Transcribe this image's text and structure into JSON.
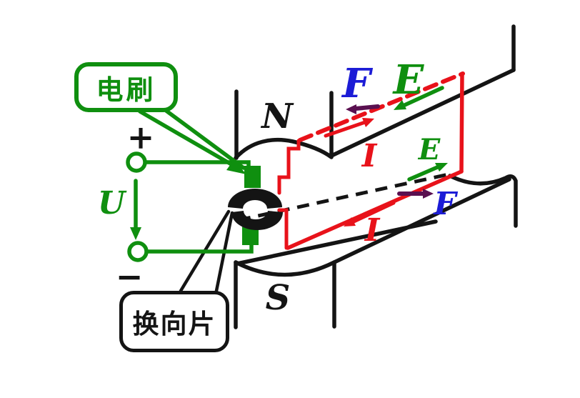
{
  "labels": {
    "brush_callout": "电刷",
    "commutator_callout": "换向片",
    "pole_north": "N",
    "pole_south": "S",
    "voltage": "U",
    "terminal_positive": "+",
    "terminal_negative": "−",
    "force_top": "F",
    "force_bottom": "F",
    "emf_top": "E",
    "emf_right": "E",
    "current_top": "I",
    "current_bottom": "I"
  },
  "colors": {
    "wire_green": "#0f8f0f",
    "coil_red": "#e8121a",
    "force_blue": "#1c1cd6",
    "force_arrow_purple": "#5a1050",
    "structure_black": "#141414"
  }
}
